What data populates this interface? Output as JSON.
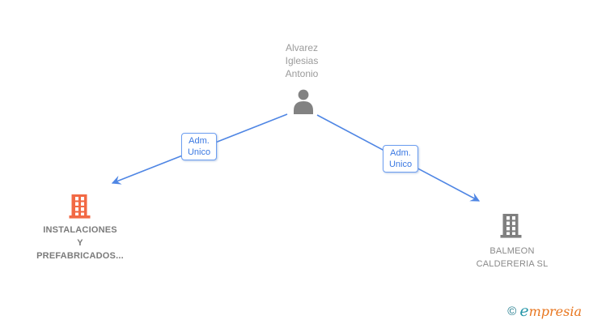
{
  "diagram": {
    "person": {
      "name_line1": "Alvarez",
      "name_line2": "Iglesias",
      "name_line3": "Antonio",
      "icon": "person-icon"
    },
    "relations": [
      {
        "label_line1": "Adm.",
        "label_line2": "Unico",
        "from": "Alvarez Iglesias Antonio",
        "to": "INSTALACIONES Y PREFABRICADOS..."
      },
      {
        "label_line1": "Adm.",
        "label_line2": "Unico",
        "from": "Alvarez Iglesias Antonio",
        "to": "BALMEON CALDERERIA SL"
      }
    ],
    "companies": [
      {
        "name_line1": "INSTALACIONES",
        "name_line2": "Y",
        "name_line3": "PREFABRICADOS...",
        "icon": "building-icon",
        "highlighted": true
      },
      {
        "name_line1": "BALMEON",
        "name_line2": "CALDERERIA SL",
        "icon": "building-icon",
        "highlighted": false
      }
    ]
  },
  "footer": {
    "copyright_symbol": "©",
    "brand_first_letter": "e",
    "brand_rest": "mpresia"
  },
  "colors": {
    "edge_blue": "#4f86e4",
    "label_border_blue": "#6d9ef0",
    "label_text_blue": "#3a78e2",
    "highlight_orange": "#f26944",
    "brand_orange": "#e8761f",
    "brand_teal": "#2596a8",
    "node_gray": "#7f7f7f",
    "text_gray": "#8a8a8a"
  }
}
